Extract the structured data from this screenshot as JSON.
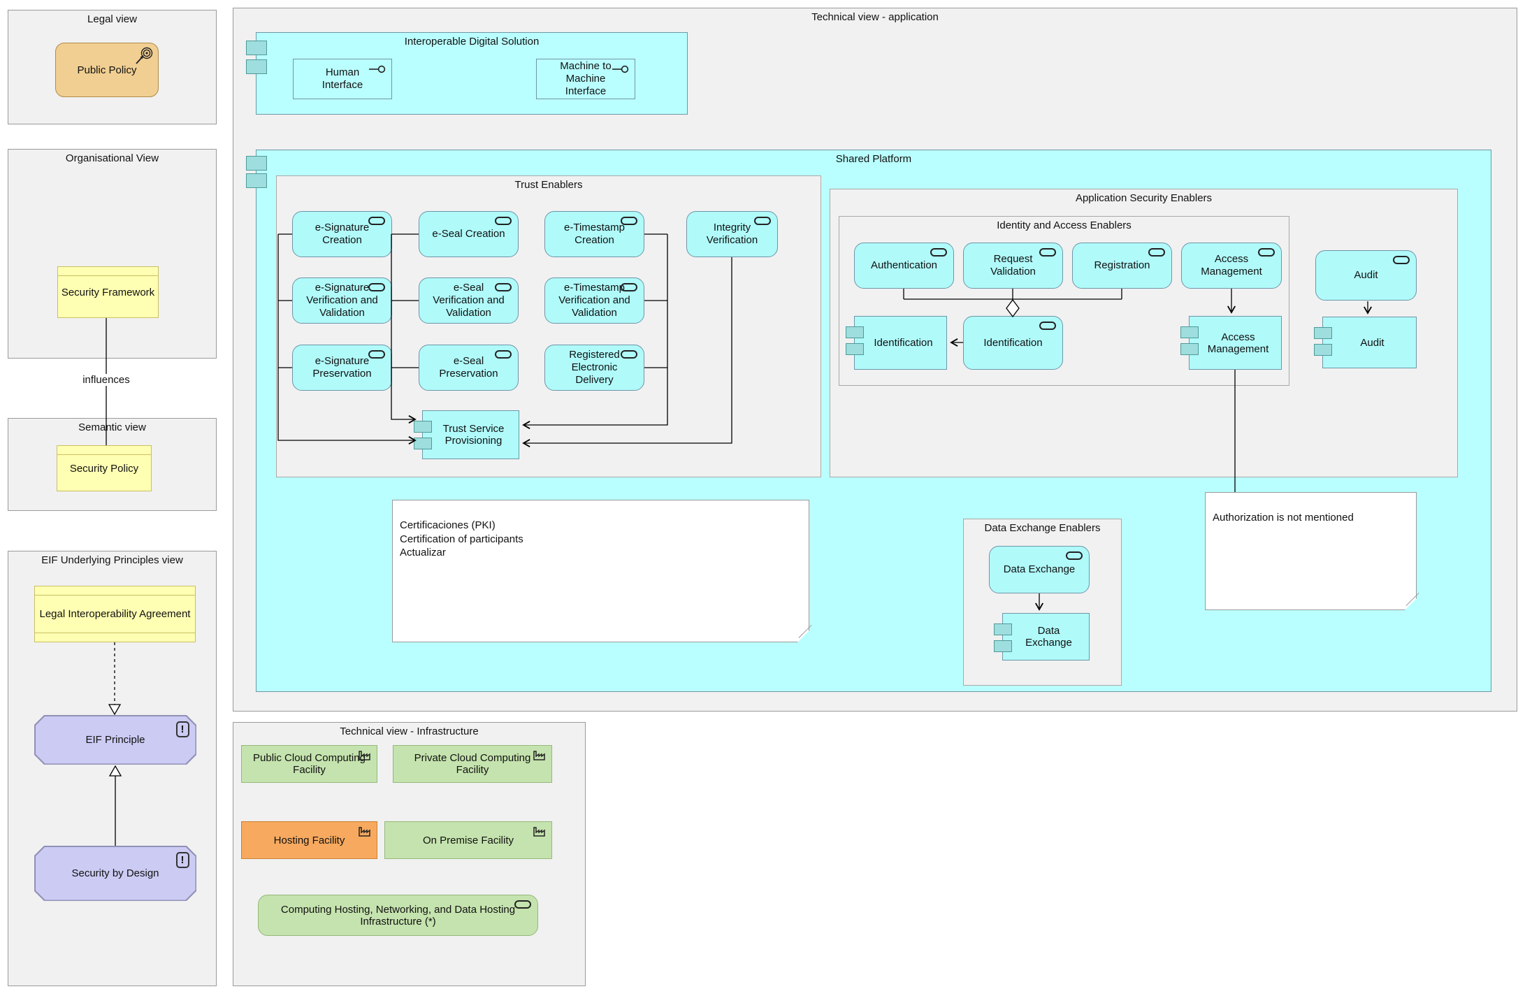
{
  "colors": {
    "platform_cyan": "#baffff",
    "element_cyan": "#b0fafa",
    "element_border": "#6e96a8",
    "component_tab": "#9fdede",
    "group_gray": "#f1f1f1",
    "yellow": "#ffffb3",
    "purple": "#cbcbf4",
    "tan": "#f1cf92",
    "green": "#c5e3ae",
    "orange": "#f6a95f"
  },
  "views": {
    "legal": "Legal view",
    "organisational": "Organisational View",
    "semantic": "Semantic view",
    "eif": "EIF Underlying Principles view",
    "tech_app": "Technical view - application",
    "tech_infra": "Technical view - Infrastructure"
  },
  "groups": {
    "ids": "Interoperable Digital Solution",
    "shared_platform": "Shared Platform",
    "trust_enablers": "Trust Enablers",
    "app_sec": "Application Security Enablers",
    "iae": "Identity and Access Enablers",
    "dee": "Data Exchange Enablers"
  },
  "el": {
    "public_policy": "Public Policy",
    "security_framework": "Security Framework",
    "security_policy": "Security Policy",
    "lia": "Legal Interoperability Agreement",
    "eif_principle": "EIF Principle",
    "security_by_design": "Security by Design",
    "human_interface": "Human Interface",
    "m2m": "Machine to Machine Interface",
    "esig_creation": "e-Signature Creation",
    "eseal_creation": "e-Seal Creation",
    "ets_creation": "e-Timestamp Creation",
    "integrity_verification": "Integrity Verification",
    "esig_vv": "e-Signature Verification and Validation",
    "eseal_vv": "e-Seal Verification and Validation",
    "ets_vv": "e-Timestamp Verification and Validation",
    "esig_pres": "e-Signature Preservation",
    "eseal_pres": "e-Seal Preservation",
    "red": "Registered Electronic Delivery",
    "tsp": "Trust Service Provisioning",
    "authentication": "Authentication",
    "request_validation": "Request Validation",
    "registration": "Registration",
    "access_mgmt_svc": "Access Management",
    "identification_comp": "Identification",
    "identification_svc": "Identification",
    "access_mgmt_comp": "Access Management",
    "audit_svc": "Audit",
    "audit_comp": "Audit",
    "de_svc": "Data Exchange",
    "de_comp": "Data Exchange",
    "public_cloud": "Public Cloud Computing Facility",
    "private_cloud": "Private Cloud Computing Facility",
    "hosting": "Hosting Facility",
    "on_premise": "On Premise Facility",
    "computing_infra": "Computing Hosting, Networking, and Data Hosting Infrastructure (*)"
  },
  "labels": {
    "influences": "influences"
  },
  "notes": {
    "pki": "Certificaciones (PKI)\nCertification of participants\nActualizar",
    "authorization": "Authorization is not mentioned"
  }
}
